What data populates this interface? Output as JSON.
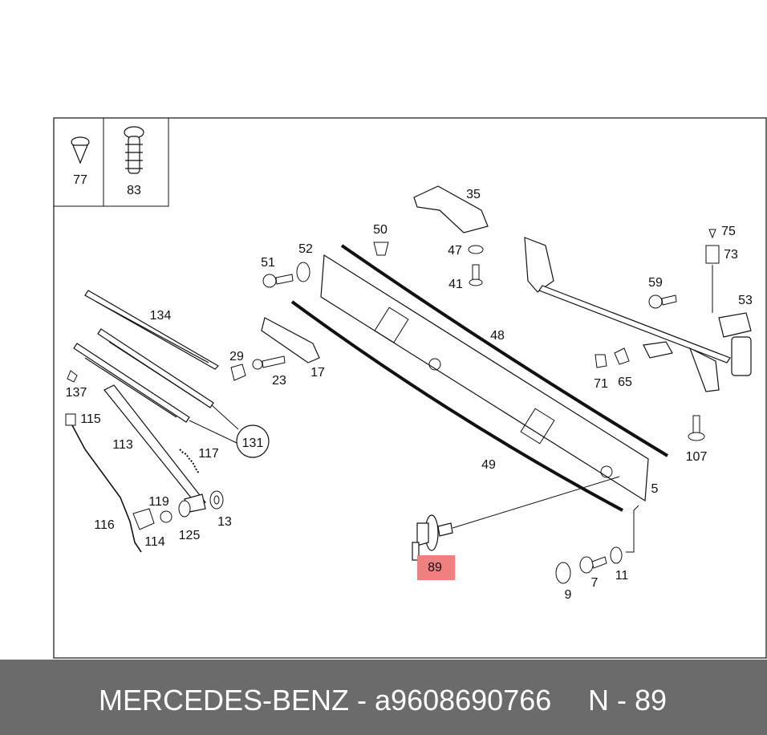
{
  "diagram": {
    "inset_labels": [
      "77",
      "83"
    ],
    "part_labels": [
      "35",
      "50",
      "52",
      "51",
      "47",
      "41",
      "75",
      "73",
      "59",
      "53",
      "134",
      "29",
      "23",
      "17",
      "48",
      "71",
      "65",
      "137",
      "115",
      "131",
      "113",
      "117",
      "107",
      "49",
      "5",
      "119",
      "13",
      "116",
      "114",
      "125",
      "89",
      "9",
      "7",
      "11"
    ],
    "highlighted_part": "89"
  },
  "footer": {
    "brand_part": "MERCEDES-BENZ - a9608690766",
    "page_ref": "N - 89"
  },
  "colors": {
    "highlight": "#f08080",
    "footer_bg": "#6b6b6b",
    "footer_text": "#ffffff"
  }
}
